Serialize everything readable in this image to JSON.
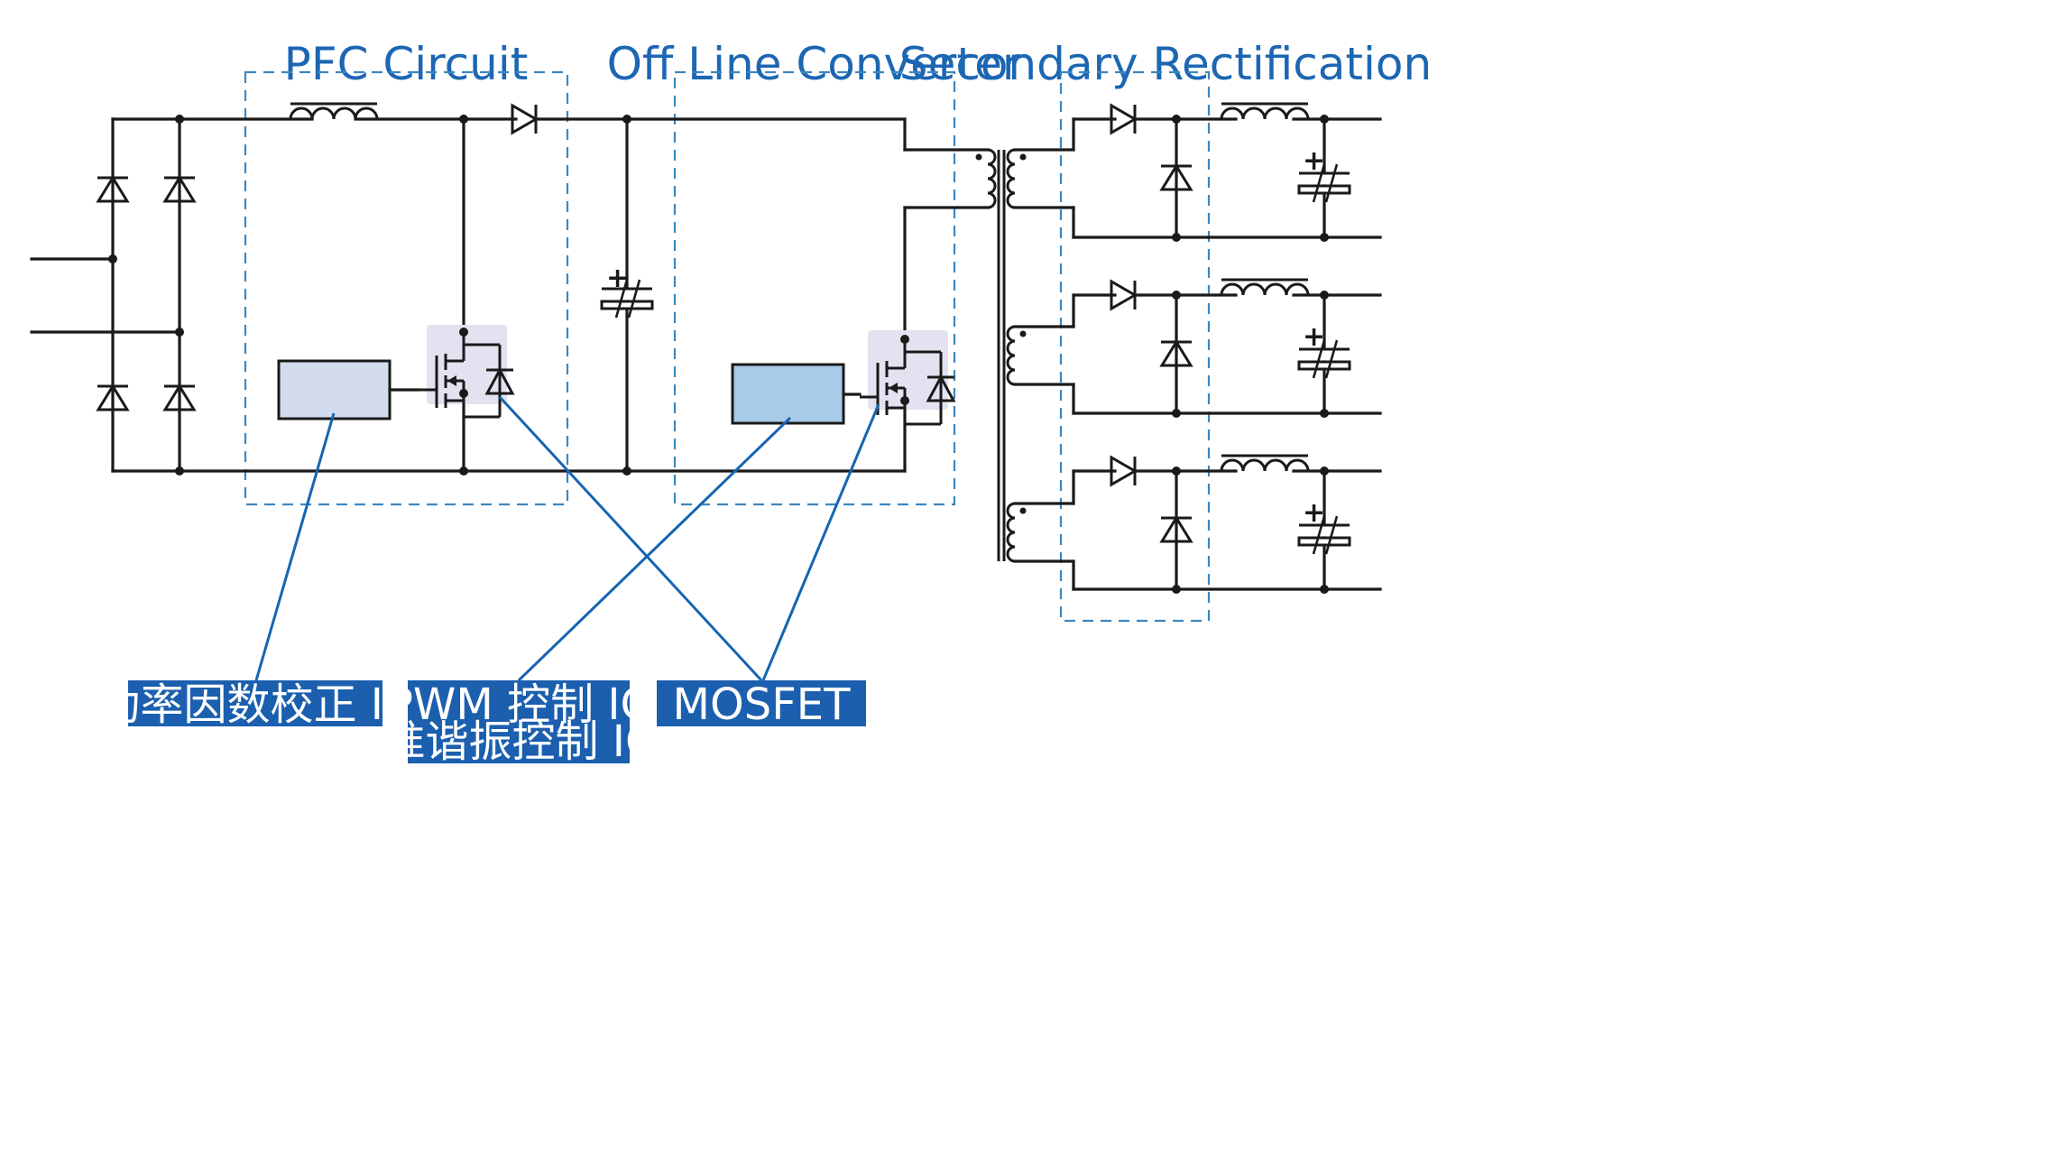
{
  "sections": {
    "pfc": "PFC Circuit",
    "converter": "Off Line Converter",
    "secondary": "Secondary Rectification"
  },
  "labels": {
    "pfc_ic": "功率因数校正 IC",
    "pwm_ic_line1": "PWM 控制 IC",
    "pwm_ic_line2": "准谐振控制 IC",
    "mosfet": "MOSFET"
  },
  "colors": {
    "accent": "#1c66b3",
    "label_bg": "#1b5fae",
    "pfc_ic_fill": "#d3dcef",
    "pwm_ic_fill": "#a9cbea",
    "mosfet_highlight": "#e3e2f0"
  }
}
